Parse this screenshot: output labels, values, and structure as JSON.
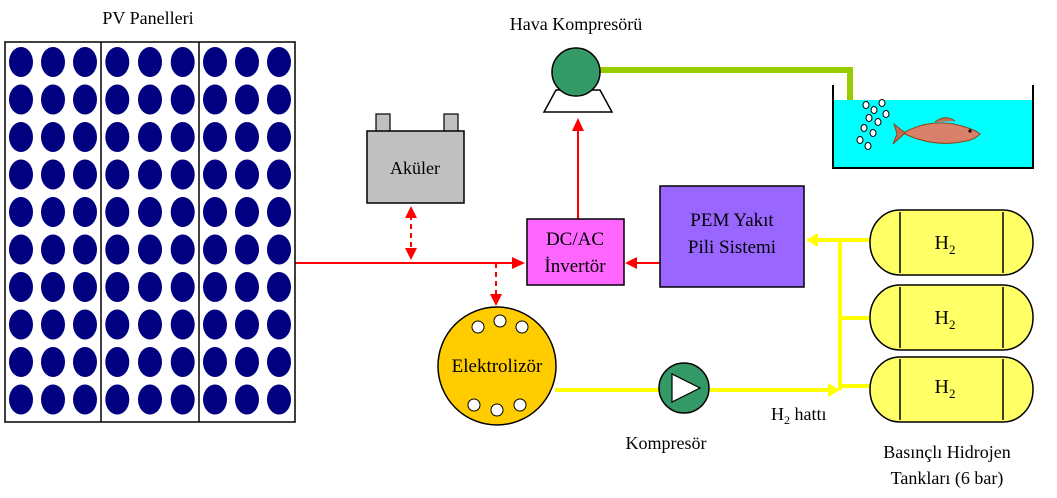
{
  "labels": {
    "pv_panels": "PV Panelleri",
    "air_compressor": "Hava Kompresörü",
    "batteries": "Aküler",
    "inverter_line1": "DC/AC",
    "inverter_line2": "İnvertör",
    "pem_line1": "PEM Yakıt",
    "pem_line2": "Pili Sistemi",
    "electrolyzer": "Elektrolizör",
    "compressor": "Kompresör",
    "h2_line_main": "H",
    "h2_line_sub": "2",
    "h2_line_rest": " hattı",
    "tanks_line1": "Basınçlı Hidrojen",
    "tanks_line2": "Tankları (6 bar)",
    "tank_h": "H",
    "tank_sub": "2"
  },
  "colors": {
    "panel_cell": "#000080",
    "electric_line": "#ff0000",
    "hydrogen_line": "#ffff00",
    "air_line": "#99cc00",
    "compressor_fill": "#339966",
    "battery_fill": "#c0c0c0",
    "inverter_fill": "#ff66ff",
    "pem_fill": "#9966ff",
    "electrolyzer_fill": "#ffcc00",
    "tank_fill": "#ffff66",
    "water_fill": "#00ffff"
  },
  "icons": {
    "fish": "fish-icon",
    "bubbles": "air-bubbles-icon"
  }
}
